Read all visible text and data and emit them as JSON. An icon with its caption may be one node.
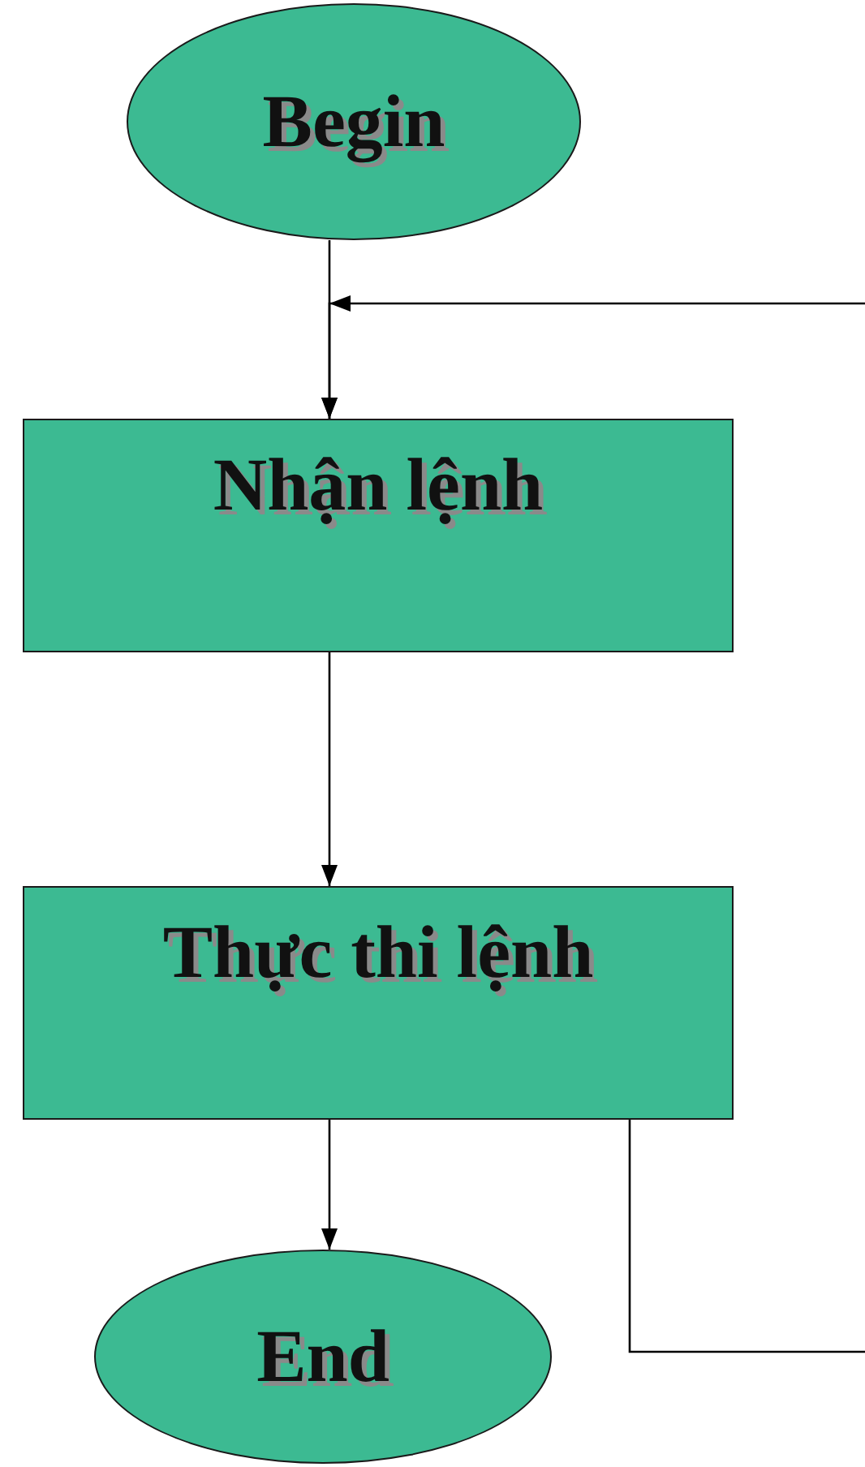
{
  "diagram": {
    "nodes": [
      {
        "text": [
          "Begin"
        ]
      },
      {
        "text": [
          "Nhận lệnh"
        ]
      },
      {
        "text": [
          "Thực thi lệnh"
        ]
      },
      {
        "text": [
          "End"
        ]
      }
    ],
    "edges": [
      {
        "from": 0,
        "to": 1,
        "arrow": "to"
      },
      {
        "from": 2,
        "to": 1,
        "arrow": "to"
      },
      {
        "from": 1,
        "to": 2,
        "arrow": "to"
      },
      {
        "from": 2,
        "to": 3,
        "arrow": "to"
      }
    ]
  }
}
